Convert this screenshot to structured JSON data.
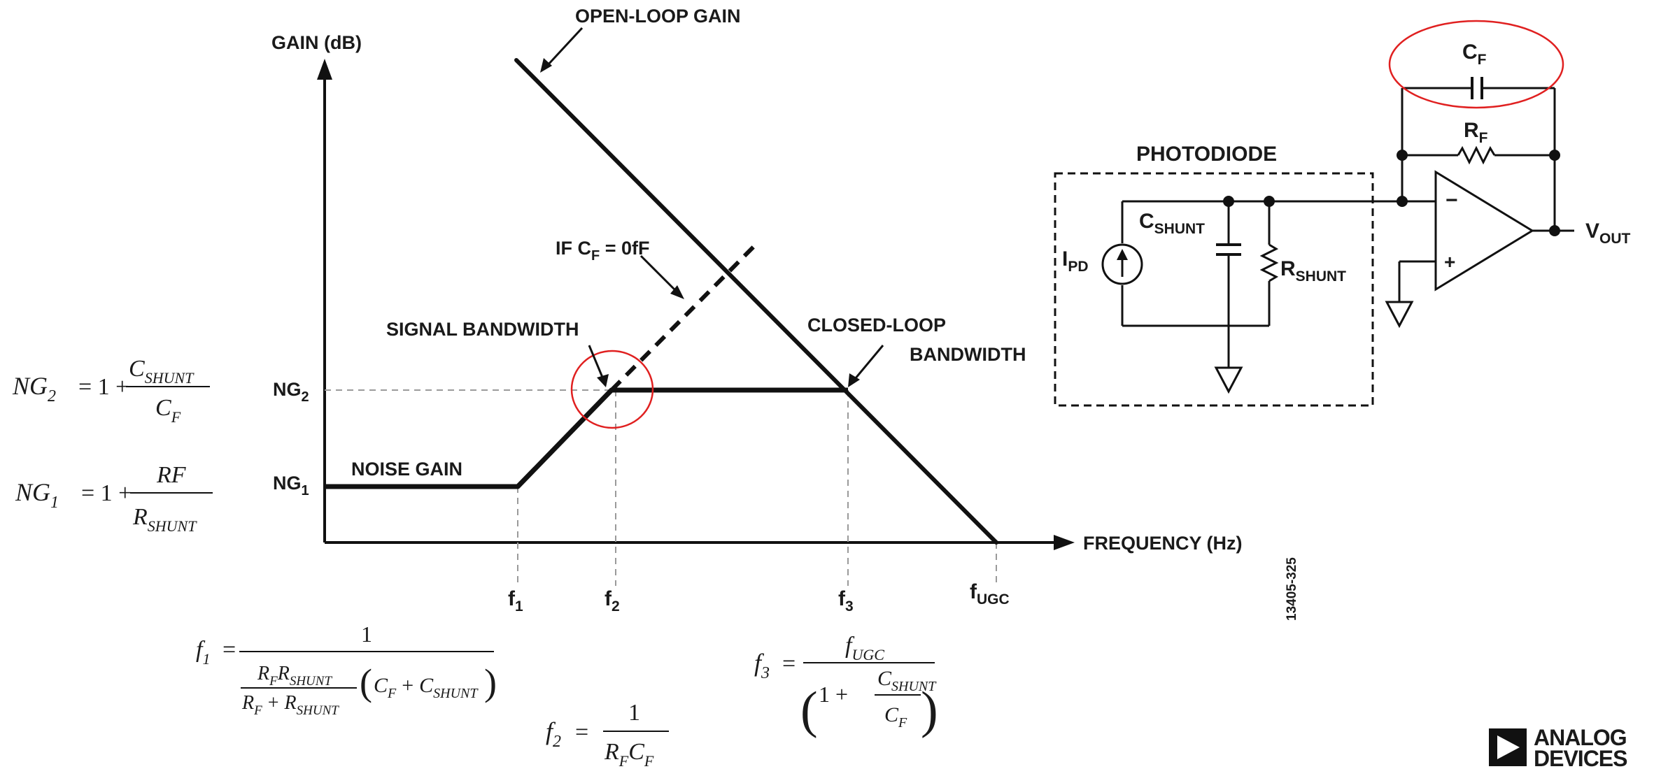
{
  "axes": {
    "y_label": "GAIN (dB)",
    "x_label": "FREQUENCY (Hz)"
  },
  "labels": {
    "open_loop": "OPEN-LOOP GAIN",
    "if_cf_prefix": "IF C",
    "if_cf_sub": "F",
    "if_cf_suffix": " = 0fF",
    "signal_bw": "SIGNAL BANDWIDTH",
    "closed_loop_1": "CLOSED-LOOP",
    "closed_loop_2": "BANDWIDTH",
    "noise_gain": "NOISE GAIN",
    "ng2_main": "NG",
    "ng2_sub": "2",
    "ng1_main": "NG",
    "ng1_sub": "1",
    "figure_id": "13405-325"
  },
  "freq_ticks": [
    {
      "main": "f",
      "sub": "1"
    },
    {
      "main": "f",
      "sub": "2"
    },
    {
      "main": "f",
      "sub": "3"
    },
    {
      "main": "f",
      "sub": "UGC"
    }
  ],
  "circuit": {
    "photodiode_title": "PHOTODIODE",
    "cf_main": "C",
    "cf_sub": "F",
    "rf_main": "R",
    "rf_sub": "F",
    "ipd_main": "I",
    "ipd_sub": "PD",
    "cshunt_main": "C",
    "cshunt_sub": "SHUNT",
    "rshunt_main": "R",
    "rshunt_sub": "SHUNT",
    "vout_main": "V",
    "vout_sub": "OUT",
    "minus": "−",
    "plus": "+"
  },
  "equations": {
    "ng2": {
      "lhs_main": "NG",
      "lhs_sub": "2",
      "eq": "= 1 +",
      "num_main": "C",
      "num_sub": "SHUNT",
      "den_main": "C",
      "den_sub": "F"
    },
    "ng1": {
      "lhs_main": "NG",
      "lhs_sub": "1",
      "eq": "= 1 +",
      "num": "RF",
      "den_main": "R",
      "den_sub": "SHUNT"
    },
    "f1": {
      "lhs_main": "f",
      "lhs_sub": "1",
      "eq": "=",
      "num": "1",
      "a1": "R",
      "a1s": "F",
      "a2": "R",
      "a2s": "SHUNT",
      "b1": "R",
      "b1s": "F",
      "plus": "+",
      "b2": "R",
      "b2s": "SHUNT",
      "c1": "C",
      "c1s": "F",
      "c2": "C",
      "c2s": "SHUNT"
    },
    "f2": {
      "lhs_main": "f",
      "lhs_sub": "2",
      "eq": "=",
      "num": "1",
      "d1": "R",
      "d1s": "F",
      "d2": "C",
      "d2s": "F"
    },
    "f3": {
      "lhs_main": "f",
      "lhs_sub": "3",
      "eq": "=",
      "num_main": "f",
      "num_sub": "UGC",
      "one_plus": "1 +",
      "c_main": "C",
      "c_sub": "SHUNT",
      "cf_main": "C",
      "cf_sub": "F"
    }
  },
  "logo": {
    "line1": "ANALOG",
    "line2": "DEVICES"
  },
  "colors": {
    "line": "#111111",
    "dash": "#9a9a9a",
    "highlight": "#e02020"
  }
}
